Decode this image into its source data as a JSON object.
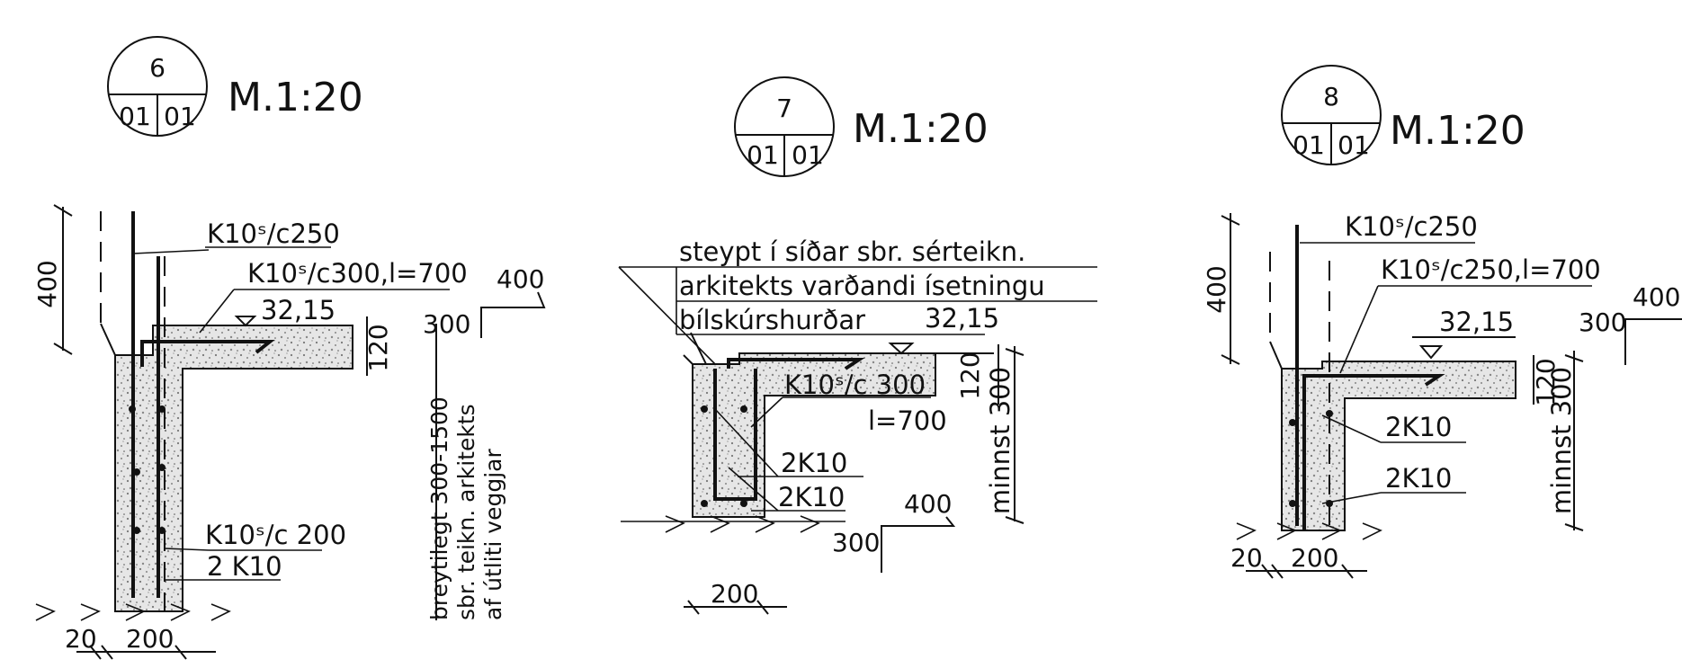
{
  "details": [
    {
      "number": "6",
      "sheet_left": "01",
      "sheet_right": "01",
      "scale": "M.1:20",
      "dim_400": "400",
      "label_top_bar": "K10ˢ/c250",
      "label_slab_bar": "K10ˢ/c300,l=700",
      "level": "32,15",
      "dim_120": "120",
      "bend_300": "300",
      "bend_400": "400",
      "label_wall_stirrup": "K10ˢ/c 200",
      "label_wall_bars": "2 K10",
      "note_line1": "breytilegt 300-1500",
      "note_line2": "sbr. teikn. arkitekts",
      "note_line3": "af útliti veggjar",
      "dim_20": "20",
      "dim_200": "200"
    },
    {
      "number": "7",
      "sheet_left": "01",
      "sheet_right": "01",
      "scale": "M.1:20",
      "note_line1": "steypt í síðar sbr. sérteikn.",
      "note_line2": "arkitekts varðandi ísetningu",
      "note_line3": "bílskúrshurðar",
      "level": "32,15",
      "dim_120": "120",
      "label_bar": "K10ˢ/c 300",
      "label_bar_len": "l=700",
      "label_bars_a": "2K10",
      "label_bars_b": "2K10",
      "dim_minnst": "minnst 300",
      "bend_300": "300",
      "bend_400": "400",
      "dim_200": "200"
    },
    {
      "number": "8",
      "sheet_left": "01",
      "sheet_right": "01",
      "scale": "M.1:20",
      "dim_400": "400",
      "label_top_bar": "K10ˢ/c250",
      "label_slab_bar": "K10ˢ/c250,l=700",
      "level": "32,15",
      "dim_120": "120",
      "dim_minnst": "minnst 300",
      "bend_300": "300",
      "bend_400": "400",
      "label_bars_a": "2K10",
      "label_bars_b": "2K10",
      "dim_20": "20",
      "dim_200": "200"
    }
  ]
}
